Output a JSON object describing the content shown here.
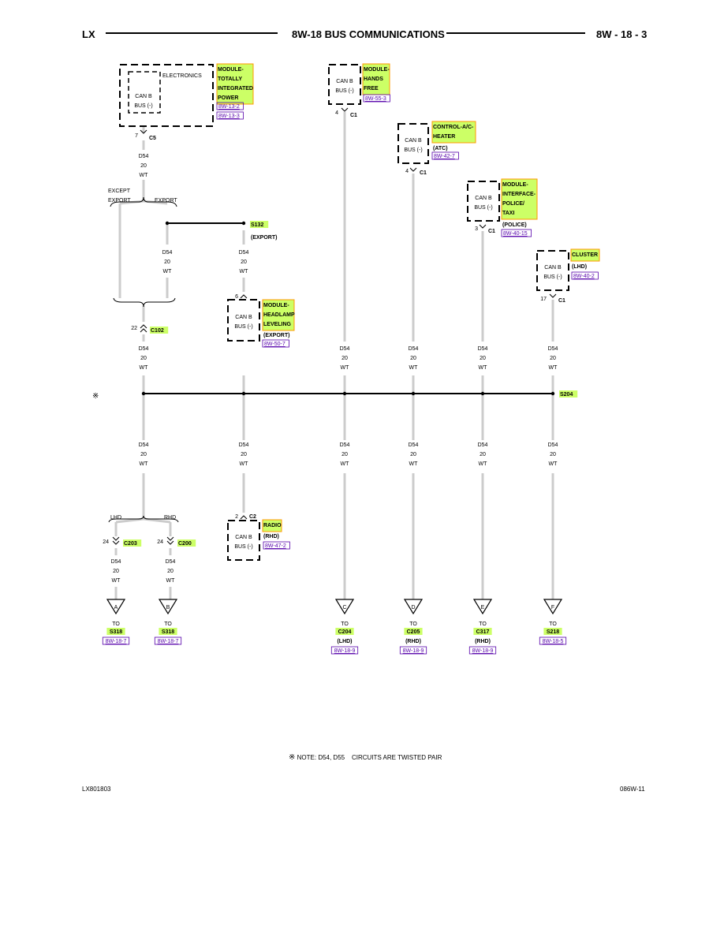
{
  "header": {
    "left": "LX",
    "title": "8W-18 BUS COMMUNICATIONS",
    "right": "8W - 18 - 3"
  },
  "colors": {
    "highlight_fill": "#ccff66",
    "highlight_border": "#ff9900",
    "ref_link": "#5500aa",
    "wire": "#cccccc"
  },
  "wire": {
    "circuit": "D54",
    "gauge": "20",
    "color": "WT"
  },
  "modules": {
    "tipm": {
      "inner": "ELECTRONICS",
      "name": [
        "MODULE-",
        "TOTALLY",
        "INTEGRATED",
        "POWER"
      ],
      "refs": [
        "8W-13-2",
        "8W-13-3"
      ],
      "port": [
        "CAN B",
        "BUS (-)"
      ],
      "pin": "7",
      "conn": "C5"
    },
    "hfm": {
      "name": [
        "MODULE-",
        "HANDS",
        "FREE"
      ],
      "refs": [
        "8W-55-3"
      ],
      "port": [
        "CAN B",
        "BUS (-)"
      ],
      "pin": "4",
      "conn": "C1"
    },
    "hvac": {
      "name": [
        "CONTROL-A/C-",
        "HEATER"
      ],
      "note": "(ATC)",
      "refs": [
        "8W-42-7"
      ],
      "port": [
        "CAN B",
        "BUS (-)"
      ],
      "pin": "4",
      "conn": "C1"
    },
    "police": {
      "name": [
        "MODULE-",
        "INTERFACE-",
        "POLICE/",
        "TAXI"
      ],
      "note": "(POLICE)",
      "refs": [
        "8W-40-15"
      ],
      "port": [
        "CAN B",
        "BUS (-)"
      ],
      "pin": "3",
      "conn": "C1"
    },
    "cluster": {
      "name": [
        "CLUSTER"
      ],
      "note": "(LHD)",
      "refs": [
        "8W-40-2"
      ],
      "port": [
        "CAN B",
        "BUS (-)"
      ],
      "pin": "17",
      "conn": "C1"
    },
    "headlamp": {
      "name": [
        "MODULE-",
        "HEADLAMP",
        "LEVELING"
      ],
      "note": "(EXPORT)",
      "refs": [
        "8W-50-7"
      ],
      "port": [
        "CAN B",
        "BUS (-)"
      ],
      "pin": "6"
    },
    "radio": {
      "name": [
        "RADIO"
      ],
      "note": "(RHD)",
      "refs": [
        "8W-47-2"
      ],
      "port": [
        "CAN B",
        "BUS (-)"
      ],
      "pin": "2",
      "conn": "C2"
    }
  },
  "labels": {
    "except_export": [
      "EXCEPT",
      "EXPORT"
    ],
    "export": "EXPORT",
    "s132": "S132",
    "s132_note": "(EXPORT)",
    "c102_pin": "22",
    "c102": "C102",
    "s204": "S204",
    "lhd": "LHD",
    "rhd": "RHD",
    "c203_pin": "24",
    "c203": "C203",
    "c200_pin": "24",
    "c200": "C200"
  },
  "destinations": [
    {
      "letter": "A",
      "to": "TO",
      "dest": "S318",
      "note": "",
      "ref": "8W-18-7"
    },
    {
      "letter": "B",
      "to": "TO",
      "dest": "S318",
      "note": "",
      "ref": "8W-18-7"
    },
    {
      "letter": "C",
      "to": "TO",
      "dest": "C204",
      "note": "(LHD)",
      "ref": "8W-18-9"
    },
    {
      "letter": "D",
      "to": "TO",
      "dest": "C205",
      "note": "(RHD)",
      "ref": "8W-18-9"
    },
    {
      "letter": "E",
      "to": "TO",
      "dest": "C317",
      "note": "(RHD)",
      "ref": "8W-18-9"
    },
    {
      "letter": "F",
      "to": "TO",
      "dest": "S218",
      "note": "",
      "ref": "8W-18-5"
    }
  ],
  "note": {
    "symbol": "※",
    "label": "NOTE:",
    "text": "D54, D55    CIRCUITS ARE TWISTED PAIR"
  },
  "footer": {
    "left": "LX801803",
    "right": "086W-11"
  },
  "twist_marker": "※"
}
